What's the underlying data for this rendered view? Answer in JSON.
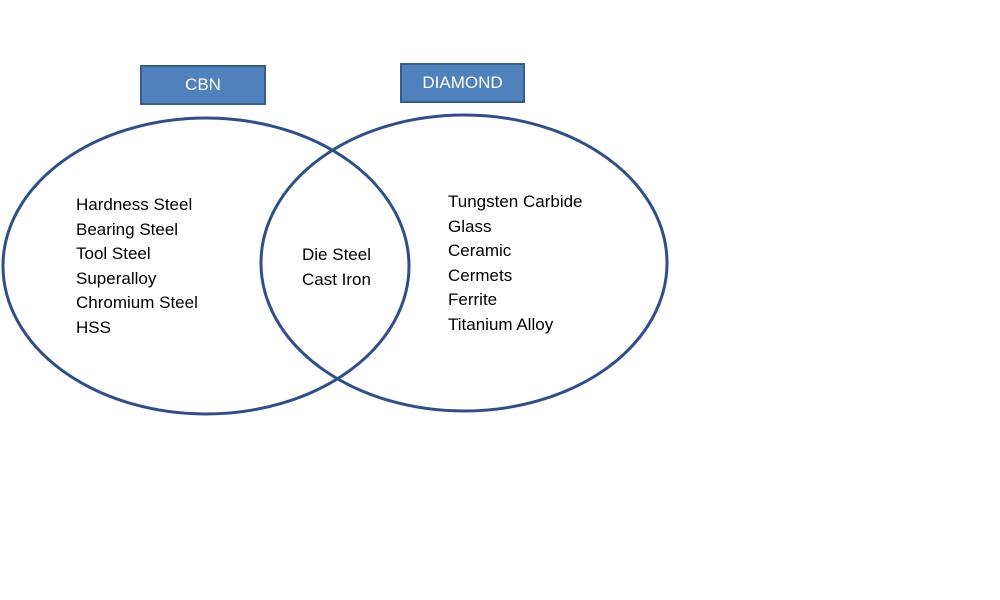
{
  "colors": {
    "box_fill": "#4f81bd",
    "box_border": "#385d8a",
    "circle_stroke": "#2f4f86",
    "box_text": "#ffffff",
    "list_text": "#000000"
  },
  "sets": {
    "cbn": {
      "label": "CBN",
      "items": [
        "Hardness Steel",
        "Bearing Steel",
        "Tool Steel",
        "Superalloy",
        "Chromium Steel",
        "HSS"
      ]
    },
    "diamond": {
      "label": "DIAMOND",
      "items": [
        "Tungsten Carbide",
        "Glass",
        "Ceramic",
        "Cermets",
        "Ferrite",
        "Titanium Alloy"
      ]
    },
    "intersection": {
      "items": [
        "Die Steel",
        "Cast Iron"
      ]
    }
  }
}
